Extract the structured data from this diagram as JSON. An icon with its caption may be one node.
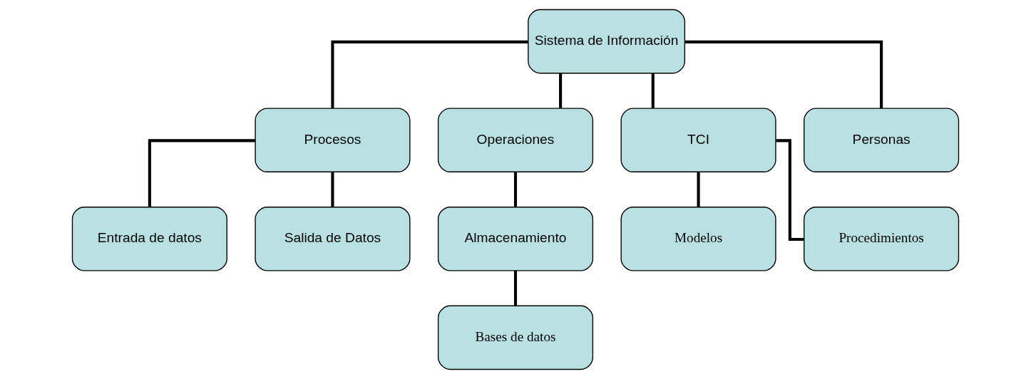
{
  "diagram": {
    "nodes": [
      {
        "text": [
          "Sistema de Información"
        ]
      },
      {
        "text": [
          "Procesos"
        ]
      },
      {
        "text": [
          "Operaciones"
        ]
      },
      {
        "text": [
          "TCI"
        ]
      },
      {
        "text": [
          "Personas"
        ]
      },
      {
        "text": [
          "Entrada de datos"
        ]
      },
      {
        "text": [
          "Salida de Datos"
        ]
      },
      {
        "text": [
          "Almacenamiento"
        ]
      },
      {
        "text": [
          "Modelos"
        ]
      },
      {
        "text": [
          "Procedimientos"
        ]
      },
      {
        "text": [
          "Bases de datos"
        ]
      }
    ],
    "edges": [
      {
        "from": 0,
        "to": 1,
        "arrow": "none"
      },
      {
        "from": 0,
        "to": 2,
        "arrow": "none"
      },
      {
        "from": 0,
        "to": 3,
        "arrow": "none"
      },
      {
        "from": 0,
        "to": 4,
        "arrow": "none"
      },
      {
        "from": 1,
        "to": 5,
        "arrow": "none"
      },
      {
        "from": 1,
        "to": 6,
        "arrow": "none"
      },
      {
        "from": 2,
        "to": 7,
        "arrow": "none"
      },
      {
        "from": 3,
        "to": 8,
        "arrow": "none"
      },
      {
        "from": 3,
        "to": 9,
        "arrow": "none"
      },
      {
        "from": 7,
        "to": 10,
        "arrow": "none"
      }
    ]
  }
}
